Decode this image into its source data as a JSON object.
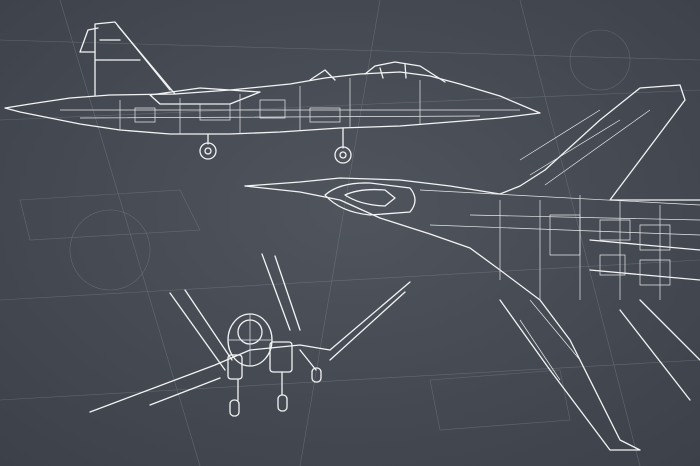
{
  "colors": {
    "background": "#4a4f57",
    "background_dark": "#3c4048",
    "linework": "#f2f3f5",
    "ghost_lines": "#7d838c"
  },
  "views": [
    {
      "name": "side-view",
      "icon": "jet-side-profile"
    },
    {
      "name": "top-view",
      "icon": "jet-planform"
    },
    {
      "name": "front-view",
      "icon": "jet-front-elevation"
    }
  ]
}
